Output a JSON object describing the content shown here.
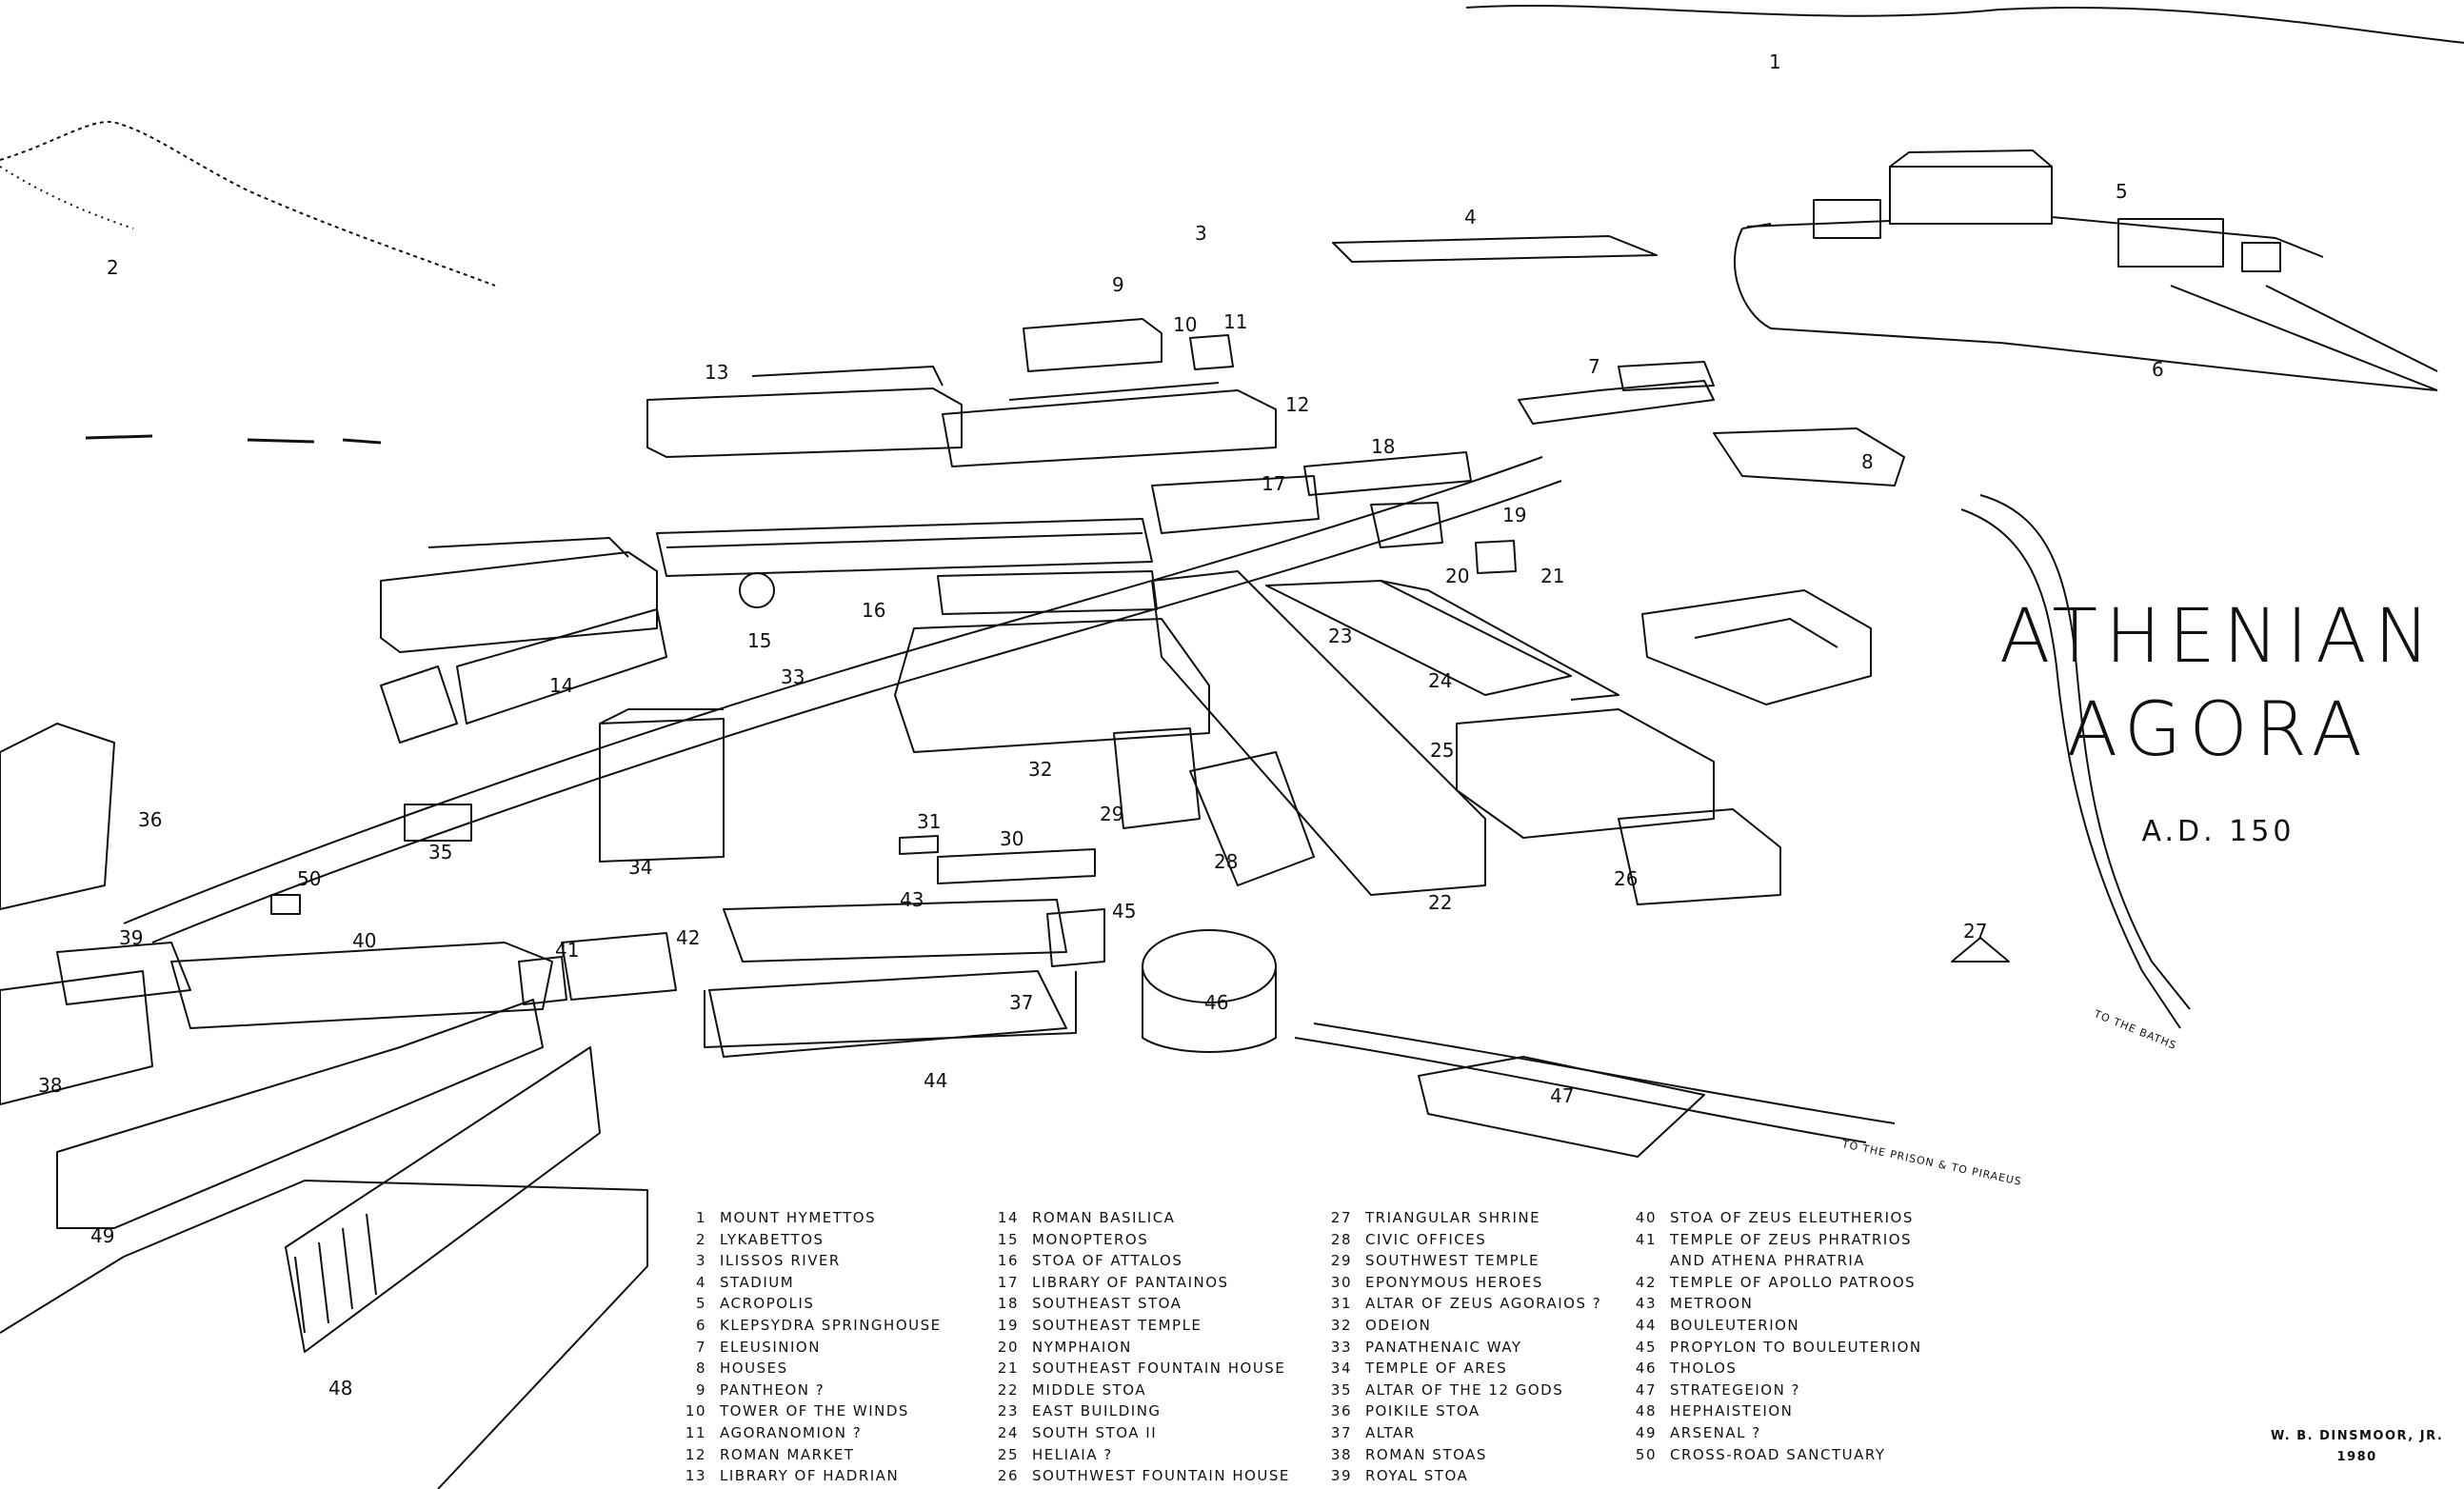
{
  "title": {
    "line1": "ATHENIAN",
    "line2": "AGORA",
    "date": "A.D. 150"
  },
  "credit": {
    "author": "W. B. DINSMOOR, JR.",
    "year": "1980"
  },
  "road_labels": {
    "baths": "TO THE BATHS",
    "prison": "TO THE PRISON & TO PIRAEUS"
  },
  "legend": {
    "col1": [
      {
        "n": "1",
        "label": "MOUNT HYMETTOS"
      },
      {
        "n": "2",
        "label": "LYKABETTOS"
      },
      {
        "n": "3",
        "label": "ILISSOS RIVER"
      },
      {
        "n": "4",
        "label": "STADIUM"
      },
      {
        "n": "5",
        "label": "ACROPOLIS"
      },
      {
        "n": "6",
        "label": "KLEPSYDRA SPRINGHOUSE"
      },
      {
        "n": "7",
        "label": "ELEUSINION"
      },
      {
        "n": "8",
        "label": "HOUSES"
      },
      {
        "n": "9",
        "label": "PANTHEON ?"
      },
      {
        "n": "10",
        "label": "TOWER OF THE WINDS"
      },
      {
        "n": "11",
        "label": "AGORANOMION ?"
      },
      {
        "n": "12",
        "label": "ROMAN MARKET"
      },
      {
        "n": "13",
        "label": "LIBRARY OF HADRIAN"
      }
    ],
    "col2": [
      {
        "n": "14",
        "label": "ROMAN BASILICA"
      },
      {
        "n": "15",
        "label": "MONOPTEROS"
      },
      {
        "n": "16",
        "label": "STOA OF ATTALOS"
      },
      {
        "n": "17",
        "label": "LIBRARY OF PANTAINOS"
      },
      {
        "n": "18",
        "label": "SOUTHEAST STOA"
      },
      {
        "n": "19",
        "label": "SOUTHEAST TEMPLE"
      },
      {
        "n": "20",
        "label": "NYMPHAION"
      },
      {
        "n": "21",
        "label": "SOUTHEAST FOUNTAIN HOUSE"
      },
      {
        "n": "22",
        "label": "MIDDLE STOA"
      },
      {
        "n": "23",
        "label": "EAST BUILDING"
      },
      {
        "n": "24",
        "label": "SOUTH STOA II"
      },
      {
        "n": "25",
        "label": "HELIAIA ?"
      },
      {
        "n": "26",
        "label": "SOUTHWEST FOUNTAIN HOUSE"
      }
    ],
    "col3": [
      {
        "n": "27",
        "label": "TRIANGULAR SHRINE"
      },
      {
        "n": "28",
        "label": "CIVIC OFFICES"
      },
      {
        "n": "29",
        "label": "SOUTHWEST TEMPLE"
      },
      {
        "n": "30",
        "label": "EPONYMOUS HEROES"
      },
      {
        "n": "31",
        "label": "ALTAR OF ZEUS AGORAIOS ?"
      },
      {
        "n": "32",
        "label": "ODEION"
      },
      {
        "n": "33",
        "label": "PANATHENAIC WAY"
      },
      {
        "n": "34",
        "label": "TEMPLE OF ARES"
      },
      {
        "n": "35",
        "label": "ALTAR OF THE 12 GODS"
      },
      {
        "n": "36",
        "label": "POIKILE STOA"
      },
      {
        "n": "37",
        "label": "ALTAR"
      },
      {
        "n": "38",
        "label": "ROMAN STOAS"
      },
      {
        "n": "39",
        "label": "ROYAL STOA"
      }
    ],
    "col4": [
      {
        "n": "40",
        "label": "STOA OF ZEUS ELEUTHERIOS"
      },
      {
        "n": "41",
        "label": "TEMPLE OF ZEUS PHRATRIOS"
      },
      {
        "n": "",
        "label": "AND ATHENA PHRATRIA"
      },
      {
        "n": "42",
        "label": "TEMPLE OF APOLLO PATROOS"
      },
      {
        "n": "43",
        "label": "METROON"
      },
      {
        "n": "44",
        "label": "BOULEUTERION"
      },
      {
        "n": "45",
        "label": "PROPYLON TO BOULEUTERION"
      },
      {
        "n": "46",
        "label": "THOLOS"
      },
      {
        "n": "47",
        "label": "STRATEGEION ?"
      },
      {
        "n": "48",
        "label": "HEPHAISTEION"
      },
      {
        "n": "49",
        "label": "ARSENAL ?"
      },
      {
        "n": "50",
        "label": "CROSS-ROAD SANCTUARY"
      }
    ]
  },
  "map_numbers": [
    "1",
    "2",
    "3",
    "4",
    "5",
    "6",
    "7",
    "8",
    "9",
    "10",
    "11",
    "12",
    "13",
    "14",
    "15",
    "16",
    "17",
    "18",
    "19",
    "20",
    "21",
    "22",
    "23",
    "24",
    "25",
    "26",
    "27",
    "28",
    "29",
    "30",
    "31",
    "32",
    "33",
    "34",
    "35",
    "36",
    "37",
    "38",
    "39",
    "40",
    "41",
    "42",
    "43",
    "44",
    "45",
    "46",
    "47",
    "48",
    "49",
    "50"
  ]
}
